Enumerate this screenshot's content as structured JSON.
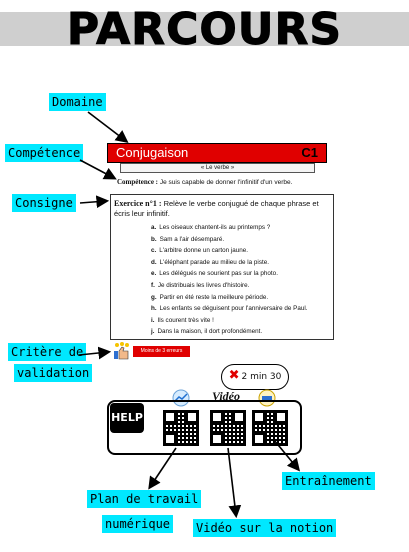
{
  "title": "PARCOURS",
  "labels": {
    "domaine": "Domaine",
    "competence": "Compétence",
    "consigne": "Consigne",
    "critere_line1": "Critère de",
    "critere_line2": "validation",
    "plan_line1": "Plan de travail",
    "plan_line2": "numérique",
    "video": "Vidéo sur la notion",
    "entrainement": "Entraînement"
  },
  "card": {
    "domain_text": "Conjugaison",
    "code": "C1",
    "subheader": "« Le verbe »",
    "competence_label": "Compétence :",
    "competence_text": "Je suis capable de donner l'infinitif d'un verbe."
  },
  "exercise": {
    "title": "Exercice n°1 :",
    "instruction": "Relève le verbe conjugué de chaque phrase et écris leur infinitif.",
    "items": [
      {
        "letter": "a.",
        "text": "Les oiseaux chantent-ils au printemps ?"
      },
      {
        "letter": "b.",
        "text": "Sam a l'air désemparé."
      },
      {
        "letter": "c.",
        "text": "L'arbitre donne un carton jaune."
      },
      {
        "letter": "d.",
        "text": "L'éléphant parade au milieu de la piste."
      },
      {
        "letter": "e.",
        "text": "Les délégués ne sourient pas sur la photo."
      },
      {
        "letter": "f.",
        "text": "Je distribuais les livres d'histoire."
      },
      {
        "letter": "g.",
        "text": "Partir en été reste la meilleure période."
      },
      {
        "letter": "h.",
        "text": "Les enfants se déguisent pour l'anniversaire de Paul."
      },
      {
        "letter": "i.",
        "text": "Ils courent très vite !"
      },
      {
        "letter": "j.",
        "text": "Dans la maison, il dort profondément."
      }
    ]
  },
  "validation_badge": "Moins de 3 erreurs",
  "help": {
    "badge": "HELP",
    "timer": "2 min 30",
    "video_word": "Vidéo"
  }
}
